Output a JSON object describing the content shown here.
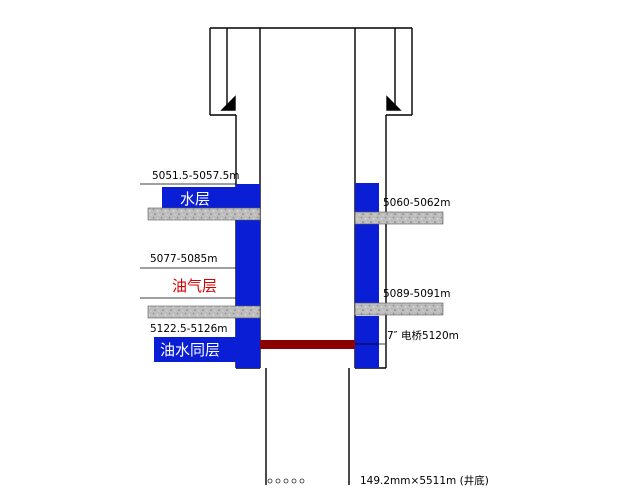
{
  "labels": {
    "depth_left_1": "5051.5-5057.5m",
    "zone_water": "水层",
    "depth_left_2": "5077-5085m",
    "zone_oil_gas": "油气层",
    "depth_left_3": "5122.5-5126m",
    "zone_oil_water": "油水同层",
    "depth_right_1": "5060-5062m",
    "depth_right_2": "5089-5091m",
    "bridge_plug": "7″ 电桥5120m",
    "bottom": "149.2mm×5511m (井底)"
  },
  "colors": {
    "water_zone": "#0a1ed6",
    "bridge_plug": "#8b0000",
    "cement": "#b8b8b8",
    "steel_line": "#000000"
  }
}
